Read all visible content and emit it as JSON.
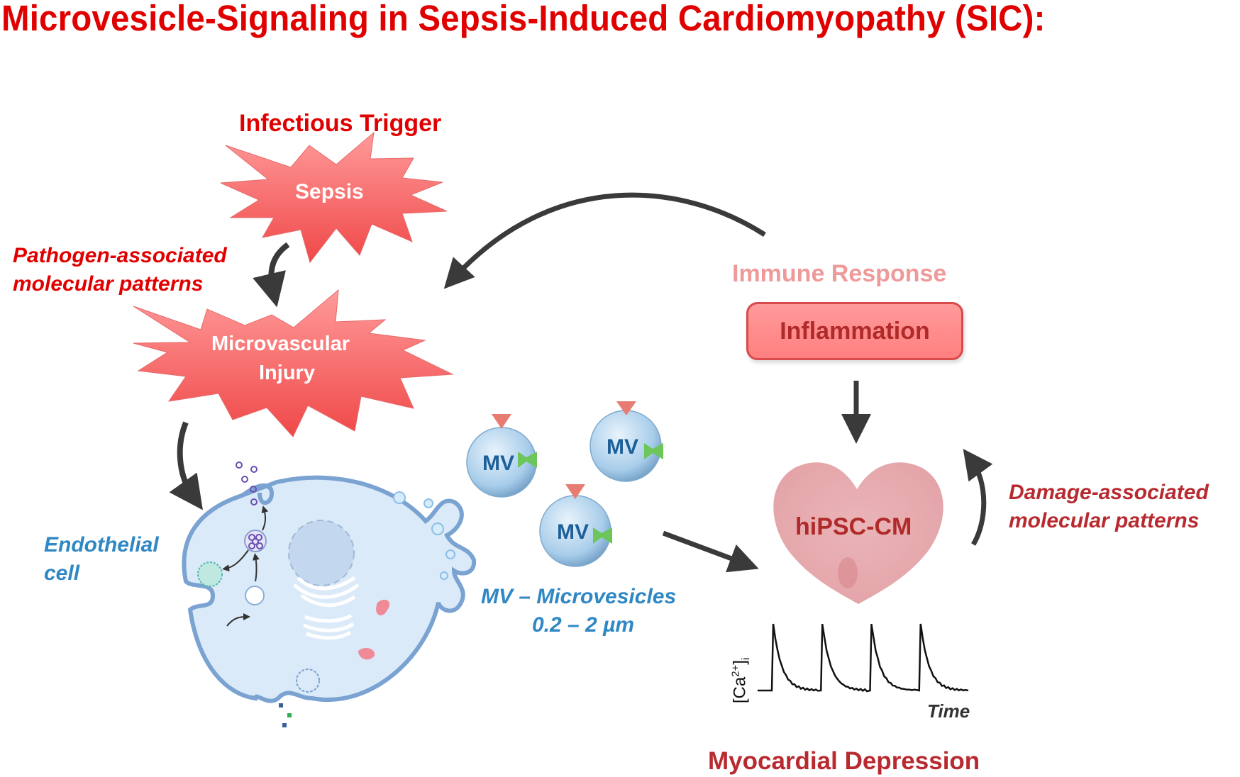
{
  "title": "Microvesicle-Signaling in Sepsis-Induced Cardiomyopathy (SIC):",
  "infectious_trigger": "Infectious Trigger",
  "sepsis": "Sepsis",
  "pamps": {
    "line1": "Pathogen-associated",
    "line2": "molecular patterns"
  },
  "microvascular_injury": {
    "line1": "Microvascular",
    "line2": "Injury"
  },
  "endothelial_cell": {
    "line1": "Endothelial",
    "line2": "cell"
  },
  "microvesicles": {
    "badge": "MV",
    "count": 3,
    "caption_line1": "MV – Microvesicles",
    "caption_line2": "0.2 – 2 µm"
  },
  "immune_response": "Immune Response",
  "inflammation": "Inflammation",
  "heart_label": "hiPSC-CM",
  "damps": {
    "line1": "Damage-associated",
    "line2": "molecular patterns"
  },
  "calcium_trace": {
    "ylabel": "[Ca2+]i",
    "xlabel": "Time",
    "transient_count": 4
  },
  "myocardial_depression": "Myocardial Depression",
  "colors": {
    "title_red": "#e00000",
    "dark_red": "#b82a30",
    "blue_text": "#2f87c4",
    "starburst": "#f55a5a",
    "immune_pink": "#ef9a9a",
    "arrow": "#3a3a3a"
  }
}
